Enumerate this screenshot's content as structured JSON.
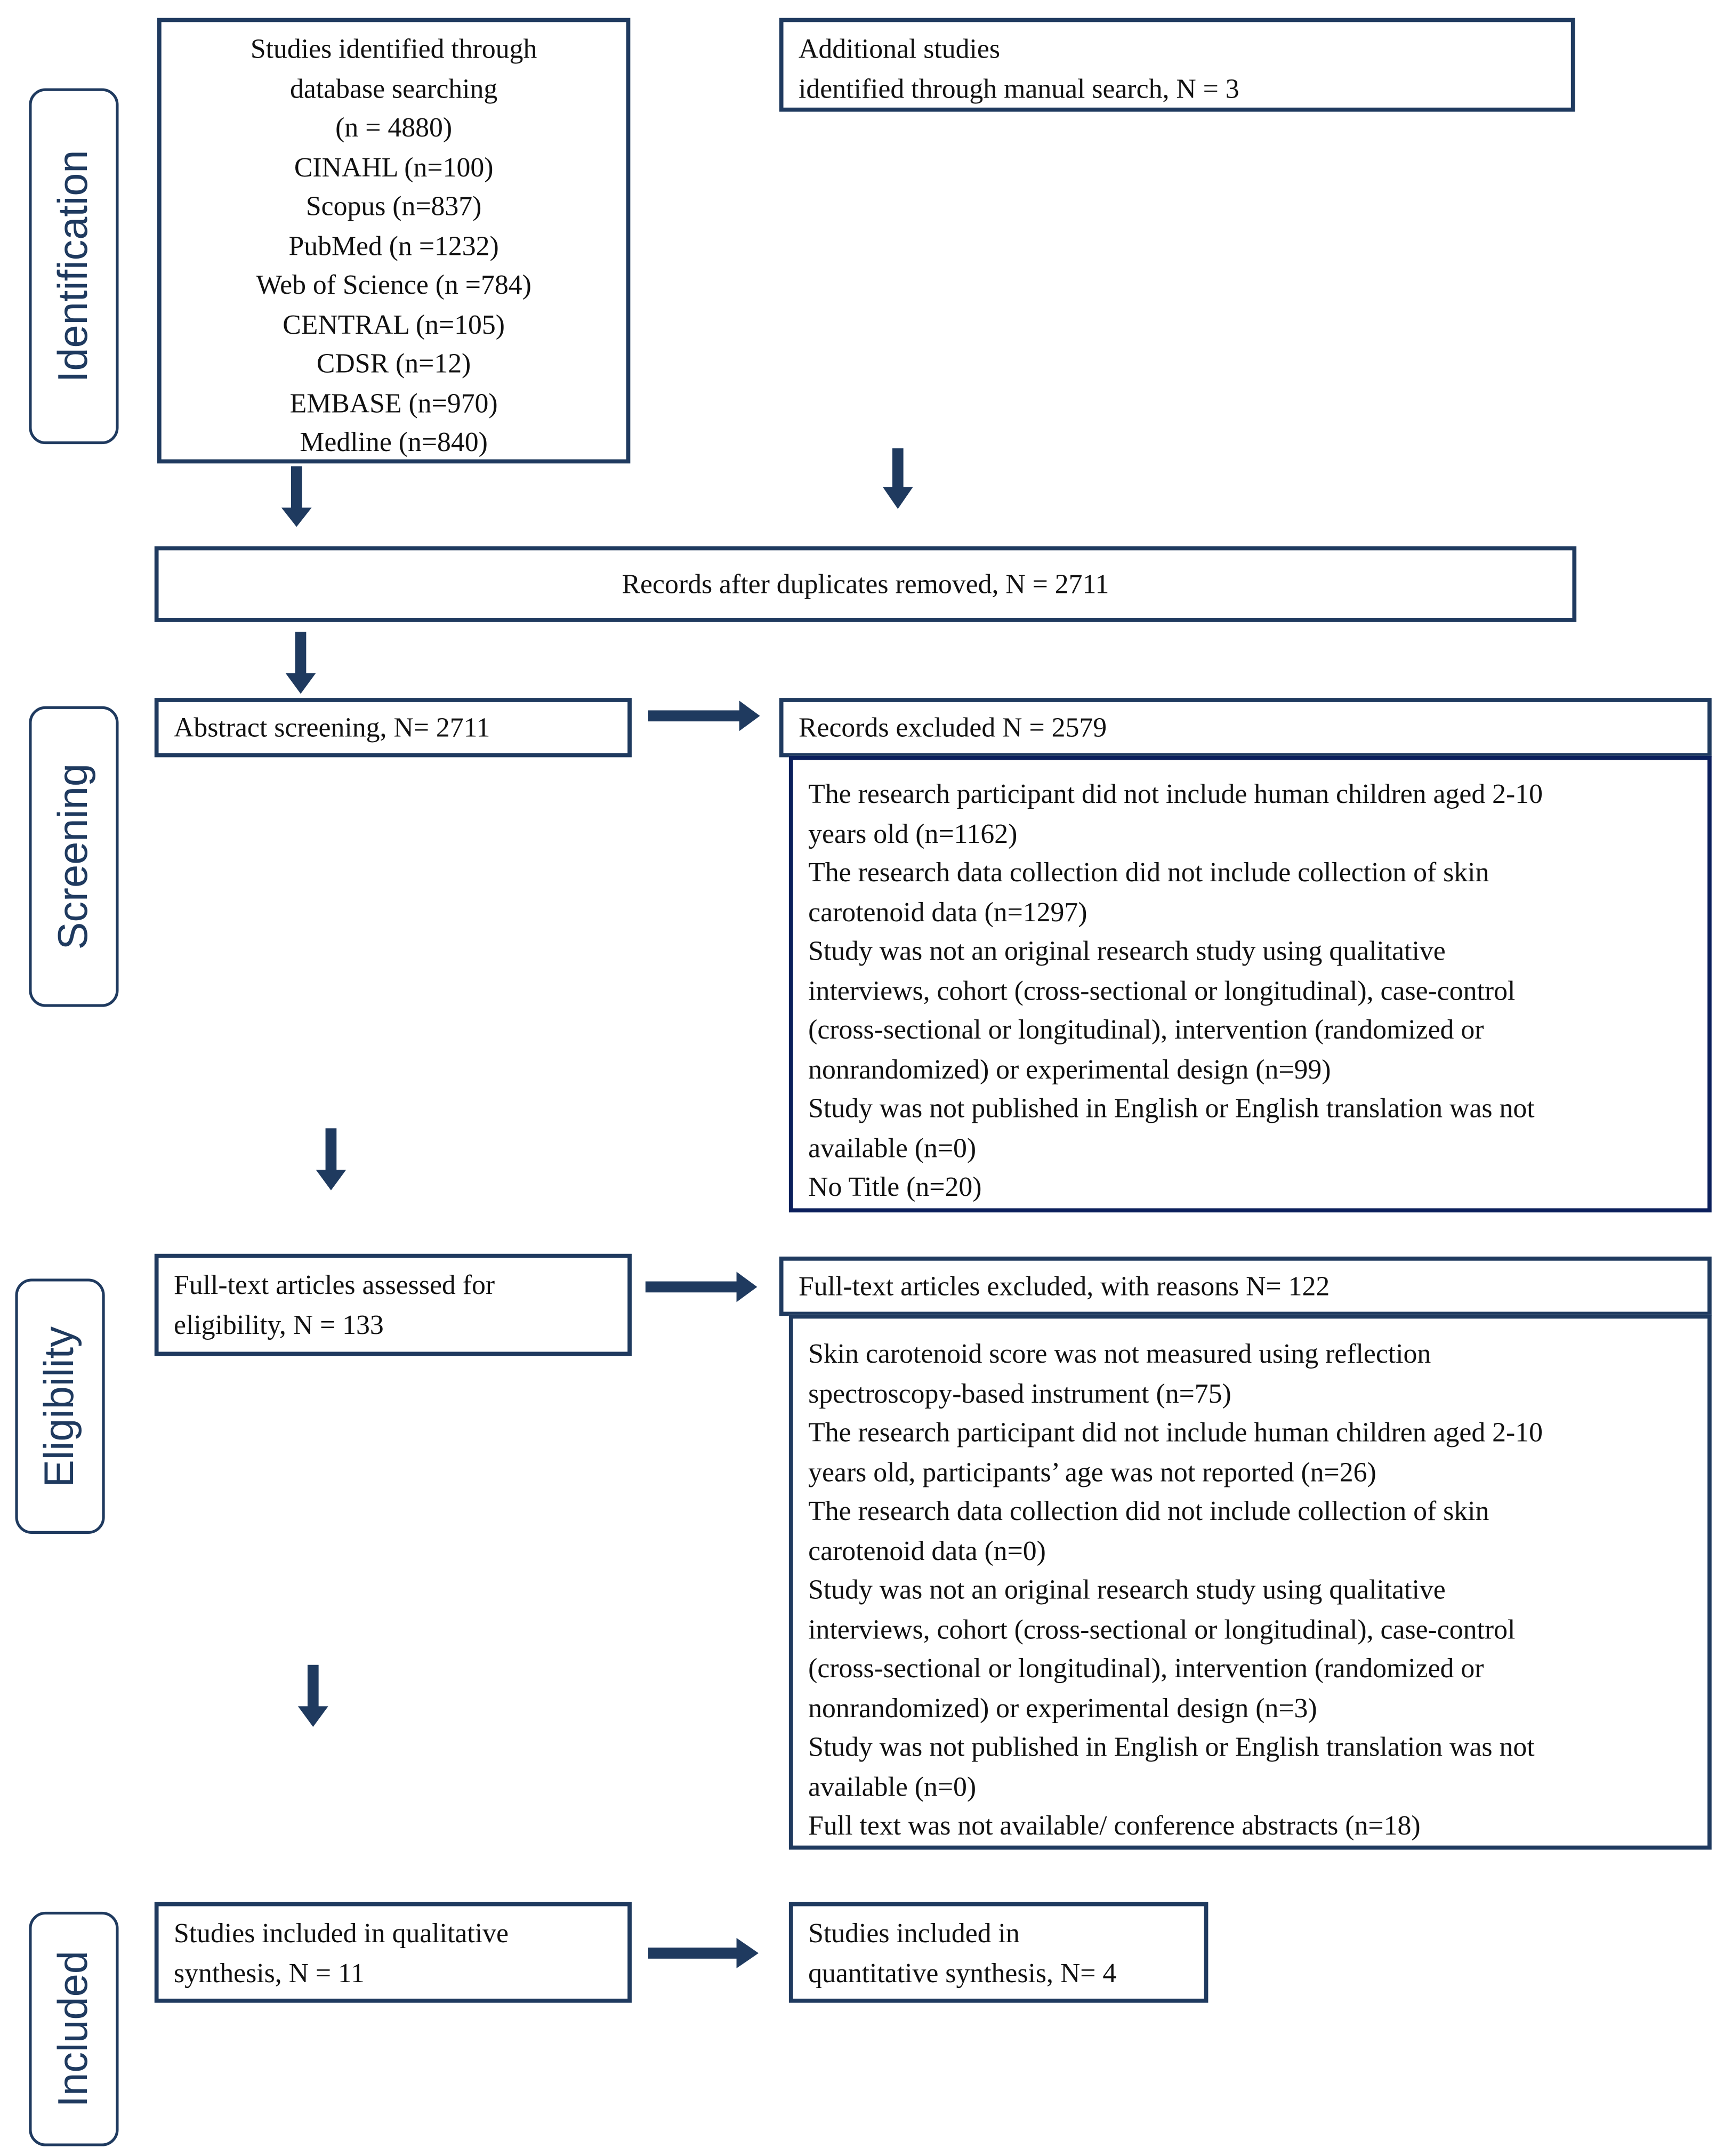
{
  "phases": {
    "identification": "Identification",
    "screening": "Screening",
    "eligibility": "Eligibility",
    "included": "Included"
  },
  "identification": {
    "database_lines": [
      "Studies identified through",
      "database searching",
      "(n = 4880)",
      "CINAHL (n=100)",
      "Scopus (n=837)",
      "PubMed (n =1232)",
      "Web of Science (n =784)",
      "CENTRAL (n=105)",
      "CDSR (n=12)",
      "EMBASE (n=970)",
      "Medline (n=840)"
    ],
    "manual_lines": [
      "Additional studies",
      "identified through manual search, N = 3"
    ]
  },
  "duplicates": "Records after duplicates removed, N = 2711",
  "screening": {
    "abstract": "Abstract screening, N= 2711",
    "excluded_title": "Records excluded N = 2579",
    "excluded_reasons_lines": [
      "The research participant did not include human children aged 2-10",
      "years old (n=1162)",
      "The research data collection did not include collection of skin",
      "carotenoid data (n=1297)",
      "Study was not an original research study using qualitative",
      "interviews, cohort (cross-sectional or longitudinal), case-control",
      "(cross-sectional or longitudinal), intervention (randomized or",
      "nonrandomized) or experimental design (n=99)",
      "Study was not published in English or English translation was not",
      "available (n=0)",
      "No Title (n=20)"
    ]
  },
  "eligibility": {
    "assessed_lines": [
      "Full-text articles assessed for",
      "eligibility, N = 133"
    ],
    "excluded_title": "Full-text articles excluded, with reasons N= 122",
    "excluded_reasons_lines": [
      "Skin carotenoid score was not measured using reflection",
      "spectroscopy-based instrument (n=75)",
      "The research participant did not include human children aged 2-10",
      "years old, participants’ age was not reported (n=26)",
      "The research data collection did not include collection of skin",
      "carotenoid data (n=0)",
      "Study was not an original research study using qualitative",
      "interviews, cohort (cross-sectional or longitudinal), case-control",
      "(cross-sectional or longitudinal), intervention (randomized or",
      "nonrandomized) or experimental design (n=3)",
      "Study was not published in English or English translation was not",
      "available (n=0)",
      "Full text was not available/ conference abstracts (n=18)"
    ]
  },
  "included": {
    "qualitative_lines": [
      "Studies included in qualitative",
      "synthesis, N = 11"
    ],
    "quantitative_lines": [
      "Studies included in",
      "quantitative synthesis, N= 4"
    ]
  },
  "colors": {
    "border": "#1f3a5f",
    "border_navy": "#0b1f5c",
    "arrow": "#1f3a5f",
    "text": "#111111"
  }
}
